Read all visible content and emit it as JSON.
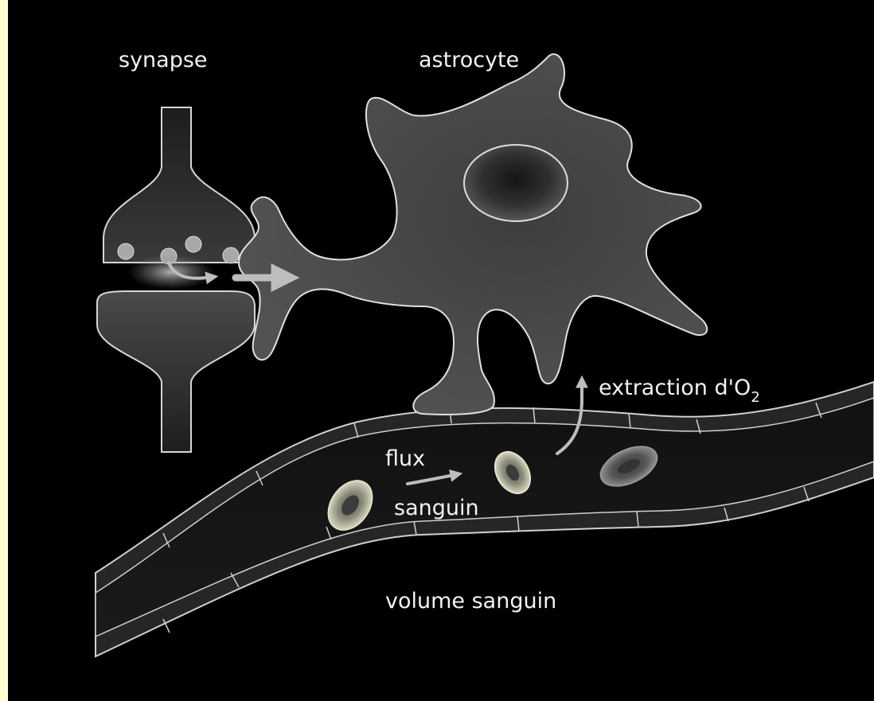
{
  "labels": {
    "synapse": "synapse",
    "astrocyte": "astrocyte",
    "extraction": "extraction d'O",
    "extraction_sub": "2",
    "flux": "flux",
    "sanguin": "sanguin",
    "volume": "volume sanguin"
  },
  "colors": {
    "background": "#000000",
    "left_strip": "#fffed2",
    "cell_fill": "#474747",
    "outline": "#d8d8d8",
    "label": "#f2f2f2",
    "arrow": "#bdbdbd"
  }
}
